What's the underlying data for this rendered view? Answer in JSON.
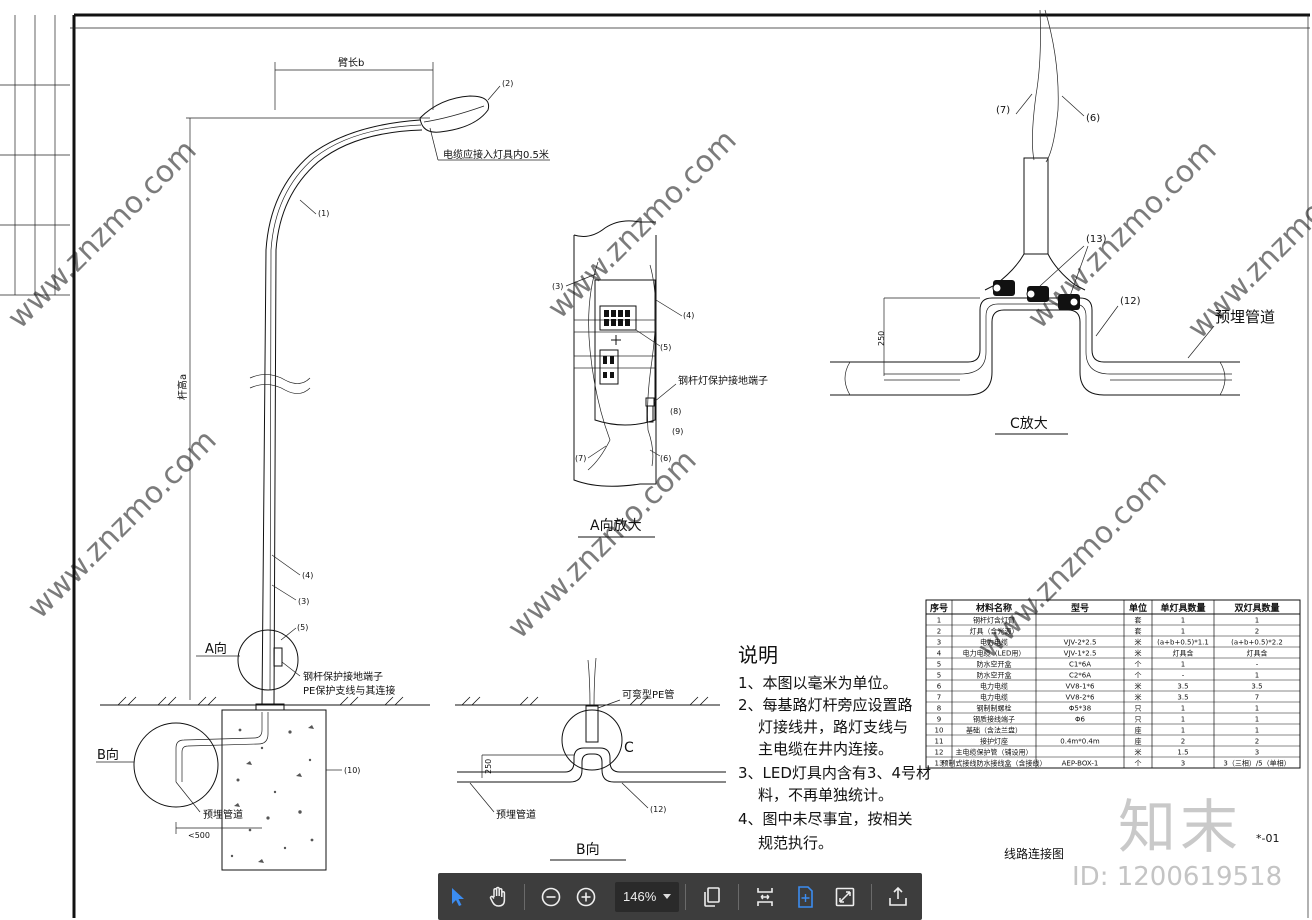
{
  "drawing": {
    "arm_length": "臂长b",
    "pole_height": "杆高a",
    "cable_note": "电缆应接入灯具内0.5米",
    "grounding_note": "钢杆保护接地端子",
    "pe_note": "PE保护支线与其连接",
    "grounding_note_a": "钢杆灯保护接地端子",
    "direction_a": "A向",
    "direction_b": "B向",
    "direction_c": "C",
    "title_a": "A向放大",
    "title_b": "B向",
    "title_c": "C放大",
    "conduit": "预埋管道",
    "bendable_pipe": "可弯型PE管",
    "dim_250": "250",
    "dim_500": "<500",
    "labels": {
      "l1": "(1)",
      "l2": "(2)",
      "l3": "(3)",
      "l4": "(4)",
      "l5": "(5)",
      "l6": "(6)",
      "l7": "(7)",
      "l8": "(8)",
      "l9": "(9)",
      "l10": "(10)",
      "l12": "(12)",
      "l13": "(13)"
    }
  },
  "notes": {
    "heading": "说明",
    "lines": [
      "1、本图以毫米为单位。",
      "2、每基路灯杆旁应设置路",
      "灯接线井，路灯支线与",
      "主电缆在井内连接。",
      "3、LED灯具内含有3、4号材",
      "料，不再单独统计。",
      "4、图中未尽事宜，按相关",
      "规范执行。"
    ]
  },
  "material_table": {
    "headers": [
      "序号",
      "材料名称",
      "型号",
      "单位",
      "单灯具数量",
      "双灯具数量"
    ],
    "rows": [
      [
        "1",
        "钢杆灯含灯臂",
        "",
        "套",
        "1",
        "1"
      ],
      [
        "2",
        "灯具（含光源）",
        "",
        "套",
        "1",
        "2"
      ],
      [
        "3",
        "电力电缆",
        "VJV-2*2.5",
        "米",
        "(a+b+0.5)*1.1",
        "(a+b+0.5)*2.2"
      ],
      [
        "4",
        "电力电缆（LED用）",
        "VJV-1*2.5",
        "米",
        "灯具含",
        "灯具含"
      ],
      [
        "5",
        "防水空开盒",
        "C1*6A",
        "个",
        "1",
        "-"
      ],
      [
        "5",
        "防水空开盒",
        "C2*6A",
        "个",
        "-",
        "1"
      ],
      [
        "6",
        "电力电缆",
        "VV8-1*6",
        "米",
        "3.5",
        "3.5"
      ],
      [
        "7",
        "电力电缆",
        "VV8-2*6",
        "米",
        "3.5",
        "7"
      ],
      [
        "8",
        "钢制制螺栓",
        "Φ5*38",
        "只",
        "1",
        "1"
      ],
      [
        "9",
        "钢质接线端子",
        "Φ6",
        "只",
        "1",
        "1"
      ],
      [
        "10",
        "基础（含法兰盘）",
        "",
        "座",
        "1",
        "1"
      ],
      [
        "11",
        "接护灯座",
        "0.4m*0.4m",
        "座",
        "2",
        "2"
      ],
      [
        "12",
        "主电缆保护管（铺设用）",
        "",
        "米",
        "1.5",
        "3"
      ],
      [
        "13",
        "预制式接线防水接线盒（含接线）",
        "AEP-BOX-1",
        "个",
        "3",
        "3（三相）/5（单相）"
      ]
    ]
  },
  "title_block": {
    "drawing_name": "线路连接图",
    "drawing_no": "*-01"
  },
  "watermark": {
    "text": "www.znzmo.com",
    "logo": "知末",
    "id": "ID: 1200619518"
  },
  "toolbar": {
    "zoom_value": "146%",
    "icons": [
      "select-arrow-icon",
      "hand-pan-icon",
      "zoom-out-icon",
      "zoom-in-icon",
      "copy-pages-icon",
      "fit-width-icon",
      "fit-page-icon",
      "fullscreen-icon",
      "export-icon"
    ]
  }
}
